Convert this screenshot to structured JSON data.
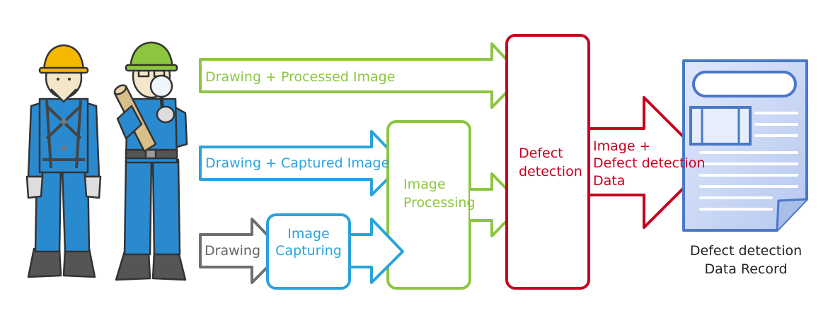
{
  "colors": {
    "green": "#8cc63f",
    "blue": "#29a3dc",
    "grey": "#6e6e6e",
    "red": "#c8001e",
    "document": "#4a78c8"
  },
  "arrows": {
    "processed": "Drawing + Processed Image",
    "captured": "Drawing + Captured Image",
    "drawing": "Drawing"
  },
  "boxes": {
    "capturing": [
      "Image",
      "Capturing"
    ],
    "processing": [
      "Image",
      "Processing"
    ],
    "detection": [
      "Defect",
      "detection"
    ]
  },
  "output_arrow": [
    "Image +",
    "Defect detection",
    "Data"
  ],
  "record": [
    "Defect detection",
    "Data Record"
  ],
  "icons": [
    "worker-with-harness-icon",
    "inspector-with-magnifier-icon",
    "document-icon"
  ]
}
